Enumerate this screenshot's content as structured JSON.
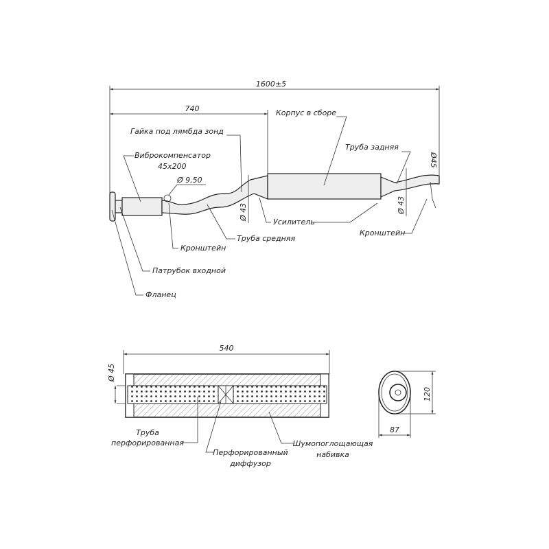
{
  "assembly_view": {
    "dim_total": "1600±5",
    "dim_740": "740",
    "body_assembly": "Корпус в сборе",
    "lambda_nut": "Гайка под  лямбда зонд",
    "flex_joint": "Виброкомпенсатор",
    "flex_joint_size": "45x200",
    "dia_950": "Ø 9,50",
    "rear_pipe": "Труба задняя",
    "dia_45": "Ø45",
    "dia_43_left": "Ø 43",
    "dia_43_right": "Ø 43",
    "reinforcement": "Усилитель",
    "bracket_right": "Кронштейн",
    "bracket_left": "Кронштейн",
    "middle_pipe": "Труба средняя",
    "inlet_pipe": "Патрубок входной",
    "flange": "Фланец"
  },
  "section_view": {
    "dim_540": "540",
    "dia_45": "Ø 45",
    "dim_120": "120",
    "dim_87": "87",
    "perforated_pipe_1": "Труба",
    "perforated_pipe_2": "перфорированная",
    "diffuser_1": "Перфорированный",
    "diffuser_2": "диффузор",
    "packing_1": "Шумопоглощающая",
    "packing_2": "набивка"
  }
}
